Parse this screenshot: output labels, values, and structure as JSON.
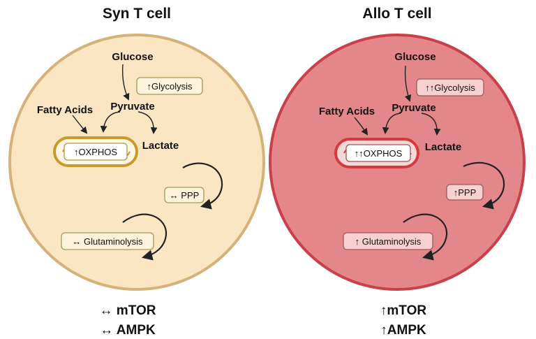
{
  "panels": [
    {
      "title": "Syn T cell",
      "colors": {
        "cell_fill": "#fbe6c4",
        "cell_stroke": "#d4b27a",
        "box_fill": "#fdf3dc",
        "box_stroke": "#a39a55",
        "mito_stroke": "#c89a2a",
        "mito_fill": "#fff6e2"
      },
      "glucose": "Glucose",
      "pyruvate": "Pyruvate",
      "fatty_acids": "Fatty Acids",
      "lactate": "Lactate",
      "glycolysis": "↑Glycolysis",
      "oxphos": "↑OXPHOS",
      "ppp": "↔ PPP",
      "glutaminolysis": "↔ Glutaminolysis",
      "mtor": "↔ mTOR",
      "ampk": "↔ AMPK"
    },
    {
      "title": "Allo T cell",
      "colors": {
        "cell_fill": "#e4878a",
        "cell_stroke": "#c8404a",
        "box_fill": "#f7d0d0",
        "box_stroke": "#9c5a5c",
        "mito_stroke": "#d23a3e",
        "mito_fill": "#f7d6d6"
      },
      "glucose": "Glucose",
      "pyruvate": "Pyruvate",
      "fatty_acids": "Fatty Acids",
      "lactate": "Lactate",
      "glycolysis": "↑↑Glycolysis",
      "oxphos": "↑↑OXPHOS",
      "ppp": "↑PPP",
      "glutaminolysis": "↑ Glutaminolysis",
      "mtor": "↑mTOR",
      "ampk": "↑AMPK"
    }
  ]
}
